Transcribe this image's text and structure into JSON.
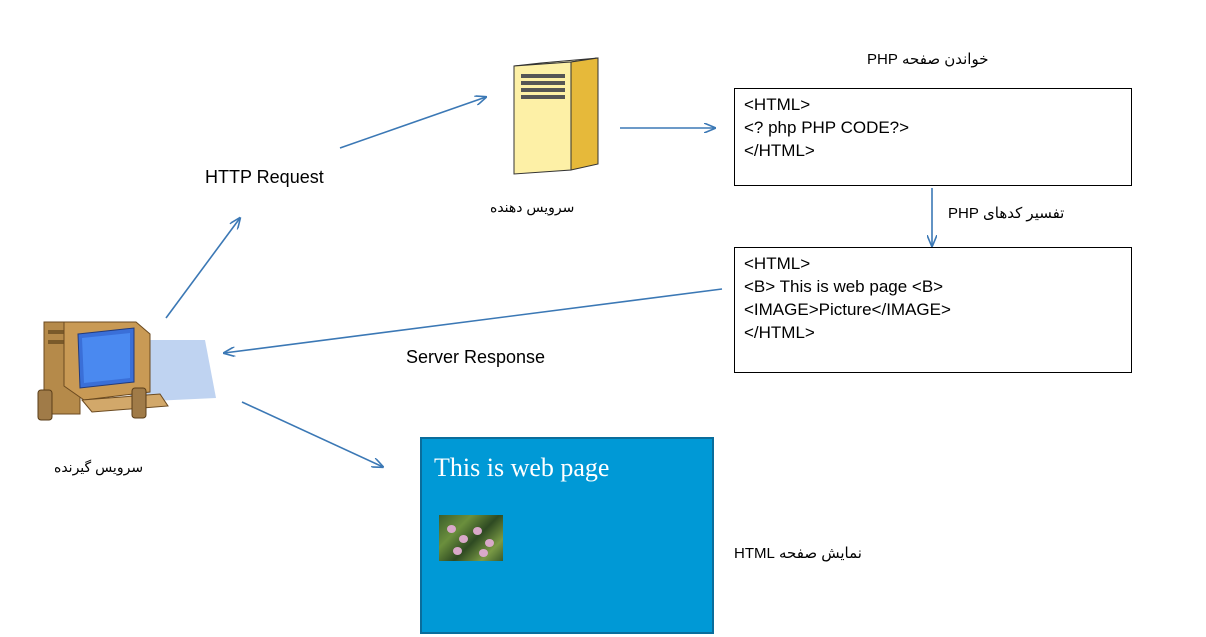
{
  "labels": {
    "http_request": "HTTP  Request",
    "server_response": "Server  Response",
    "server_caption": "سرویس دهنده",
    "client_caption": "سرویس گیرنده",
    "read_php_page": "خواندن صفحه  PHP",
    "interpret_php_code": "تفسیر کدهای  PHP",
    "show_html_page": "نمایش صفحه HTML"
  },
  "php_source_box": {
    "lines": [
      "<HTML>",
      "<? php PHP CODE?>",
      "</HTML>"
    ]
  },
  "html_output_box": {
    "lines": [
      "<HTML>",
      "<B> This is web page <B>",
      "<IMAGE>Picture</IMAGE>",
      "</HTML>"
    ]
  },
  "rendered_page": {
    "title": "This is web page",
    "background_color": "#0099d6"
  },
  "colors": {
    "arrow": "#3b78b5"
  },
  "icons": {
    "server": "server-tower-icon",
    "client": "desktop-computer-icon",
    "picture": "flower-picture-thumbnail"
  }
}
